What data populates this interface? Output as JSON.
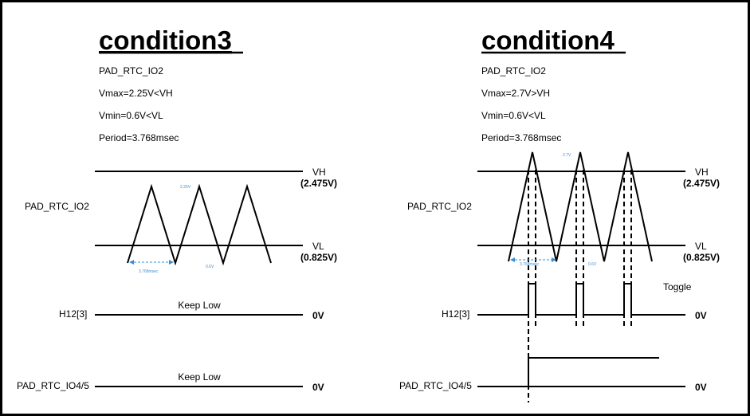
{
  "panels": [
    {
      "id": "cond3",
      "title": "condition3",
      "params": [
        "PAD_RTC_IO2",
        "Vmax=2.25V<VH",
        "Vmin=0.6V<VL",
        "Period=3.768msec"
      ],
      "signal_label": "PAD_RTC_IO2",
      "vh_label": "VH",
      "vh_value": "(2.475V)",
      "vl_label": "VL",
      "vl_value": "(0.825V)",
      "peak_annotation": "2.25V",
      "min_annotation": "0.6V",
      "period_annotation": "3.768msec",
      "h12_label": "H12[3]",
      "h12_state": "Keep Low",
      "h12_level": "0V",
      "io45_label": "PAD_RTC_IO4/5",
      "io45_state": "Keep Low",
      "io45_level": "0V",
      "toggle_label": ""
    },
    {
      "id": "cond4",
      "title": "condition4",
      "params": [
        "PAD_RTC_IO2",
        "Vmax=2.7V>VH",
        "Vmin=0.6V<VL",
        "Period=3.768msec"
      ],
      "signal_label": "PAD_RTC_IO2",
      "vh_label": "VH",
      "vh_value": "(2.475V)",
      "vl_label": "VL",
      "vl_value": "(0.825V)",
      "peak_annotation": "2.7V",
      "min_annotation": "0.6V",
      "period_annotation": "3.768msec",
      "h12_label": "H12[3]",
      "h12_state": "",
      "h12_level": "0V",
      "io45_label": "PAD_RTC_IO4/5",
      "io45_state": "",
      "io45_level": "0V",
      "toggle_label": "Toggle"
    }
  ],
  "colors": {
    "frame": "#000000",
    "line": "#000000",
    "annotation": "#3a8fd8"
  }
}
